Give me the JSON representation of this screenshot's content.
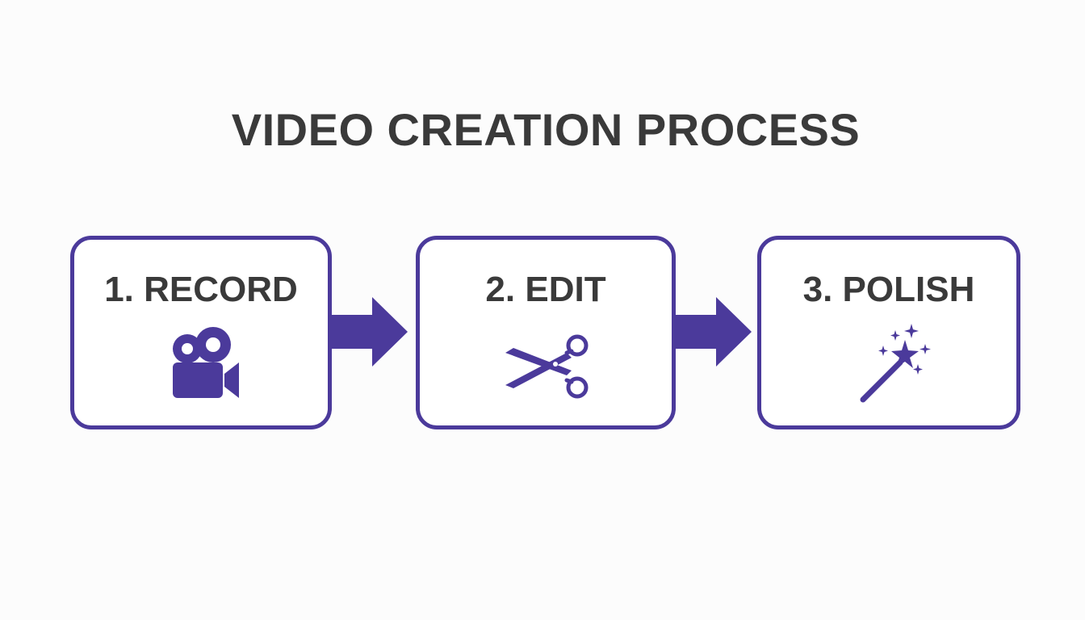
{
  "diagram": {
    "title": "VIDEO CREATION PROCESS",
    "accent_color": "#4b3a9b",
    "text_color": "#3a3a3a",
    "steps": [
      {
        "label": "1. RECORD",
        "icon": "video-camera-icon"
      },
      {
        "label": "2. EDIT",
        "icon": "scissors-icon"
      },
      {
        "label": "3. POLISH",
        "icon": "magic-wand-icon"
      }
    ]
  }
}
